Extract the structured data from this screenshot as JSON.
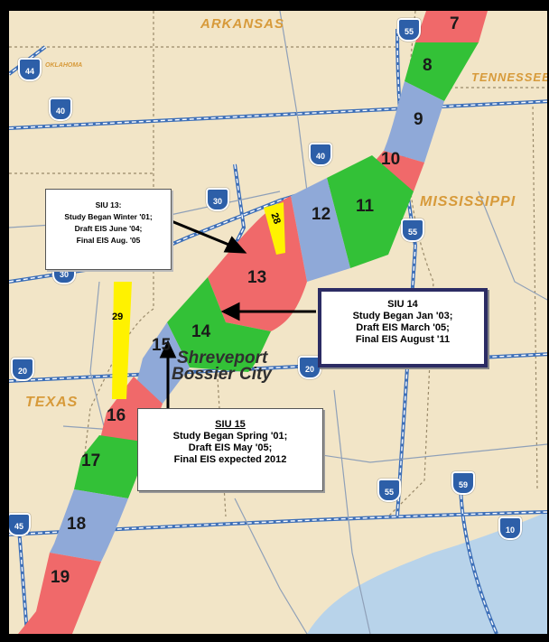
{
  "states": {
    "arkansas": "ARKANSAS",
    "oklahoma": "OKLAHOMA",
    "tennessee": "TENNESSEE",
    "mississippi": "MISSISSIPPI",
    "texas": "TEXAS"
  },
  "cities": {
    "shreveport": "Shreveport",
    "bossier": "Bossier City"
  },
  "segments": [
    "7",
    "8",
    "9",
    "10",
    "11",
    "12",
    "13",
    "14",
    "15",
    "16",
    "17",
    "18",
    "19"
  ],
  "yellow_labels": {
    "a": "28",
    "b": "29"
  },
  "shields": {
    "i44": "44",
    "i40_west": "40",
    "i40_center": "40",
    "i55_north": "55",
    "i55_mid": "55",
    "i30": "30",
    "i30_west": "30",
    "i20_west": "20",
    "i20_center": "20",
    "i55_south": "55",
    "i59": "59",
    "i10": "10",
    "i45": "45"
  },
  "callouts": {
    "siu13": {
      "title": "SIU 13:",
      "l1": "Study Began Winter '01;",
      "l2": "Draft EIS June '04;",
      "l3": "Final EIS Aug. '05"
    },
    "siu14": {
      "title": "SIU 14",
      "l1": "Study Began Jan '03;",
      "l2": "Draft EIS March '05;",
      "l3": "Final EIS August '11"
    },
    "siu15": {
      "title": "SIU 15",
      "l1": "Study Began Spring '01;",
      "l2": "Draft EIS May '05;",
      "l3": "Final EIS expected 2012"
    }
  },
  "colors": {
    "land": "#f2e5c7",
    "red": "#f0696a",
    "green": "#33c137",
    "blue": "#8fa9d8",
    "yellow": "#fff200",
    "water": "#b8d3ea",
    "road": "#3d6fb8"
  }
}
